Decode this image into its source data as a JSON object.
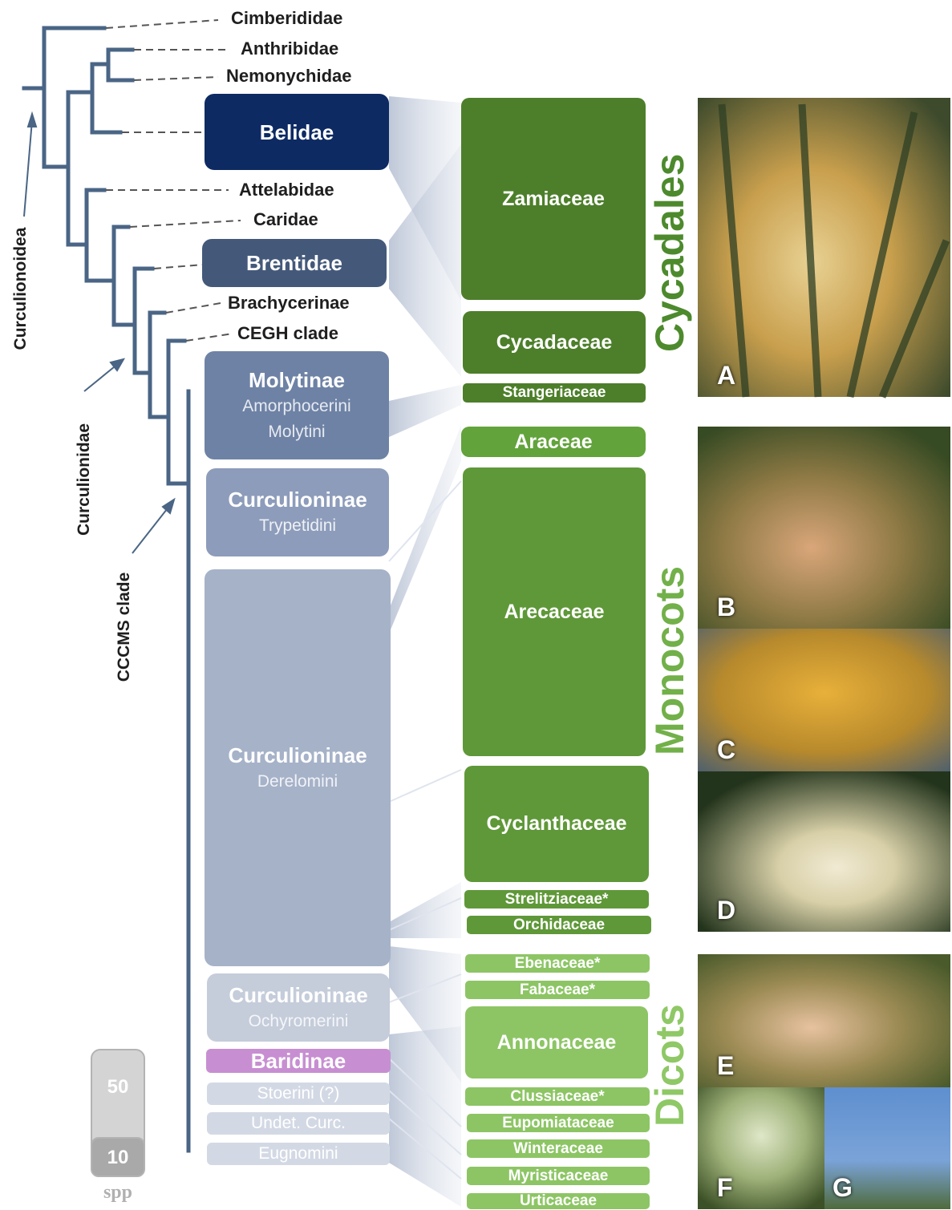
{
  "tree_labels": {
    "cimberididae": "Cimberididae",
    "anthribidae": "Anthribidae",
    "nemonychidae": "Nemonychidae",
    "attelabidae": "Attelabidae",
    "caridae": "Caridae",
    "brachycerinae": "Brachycerinae",
    "cegh": "CEGH clade"
  },
  "clade_labels": {
    "curculionoidea": "Curculionoidea",
    "curculionidae": "Curculionidae",
    "cccms": "CCCMS clade"
  },
  "weevil_groups": [
    {
      "title": "Belidae",
      "subtitle": ""
    },
    {
      "title": "Brentidae",
      "subtitle": ""
    },
    {
      "title": "Molytinae",
      "subtitle": "Amorphocerini\nMolytini"
    },
    {
      "title": "Curculioninae",
      "subtitle": "Trypetidini"
    },
    {
      "title": "Curculioninae",
      "subtitle": "Derelomini"
    },
    {
      "title": "Curculioninae",
      "subtitle": "Ochyromerini"
    },
    {
      "title": "Baridinae",
      "subtitle": ""
    },
    {
      "title": "",
      "subtitle": "Stoerini (?)"
    },
    {
      "title": "",
      "subtitle": "Undet. Curc."
    },
    {
      "title": "",
      "subtitle": "Eugnomini"
    }
  ],
  "plant_families": [
    "Zamiaceae",
    "Cycadaceae",
    "Stangeriaceae",
    "Araceae",
    "Arecaceae",
    "Cyclanthaceae",
    "Strelitziaceae*",
    "Orchidaceae",
    "Ebenaceae*",
    "Fabaceae*",
    "Annonaceae",
    "Clussiaceae*",
    "Eupomiataceae",
    "Winteraceae",
    "Myristicaceae",
    "Urticaceae"
  ],
  "plant_groups": {
    "cycadales": "Cycadales",
    "monocots": "Monocots",
    "dicots": "Dicots"
  },
  "photo_letters": [
    "A",
    "B",
    "C",
    "D",
    "E",
    "F",
    "G"
  ],
  "scale": {
    "high": "50",
    "low": "10",
    "unit": "spp"
  },
  "colors": {
    "tree": "#4a6585",
    "belidae": "#0d2a63",
    "brentidae": "#44597a",
    "molytinae": "#6e82a5",
    "trypetidini": "#8d9cba",
    "derelomini": "#a6b2c8",
    "ochyromerini": "#c5ccda",
    "baridinae": "#c78fd1",
    "faint": "#d3d9e4",
    "cycad_dark": "#4d7f2a",
    "monocot": "#5f9838",
    "monocot_light": "#62a33b",
    "dicot": "#8dc565",
    "cycadales_text": "#4d8a2d",
    "monocots_text": "#72b04a",
    "dicots_text": "#8fc866"
  }
}
